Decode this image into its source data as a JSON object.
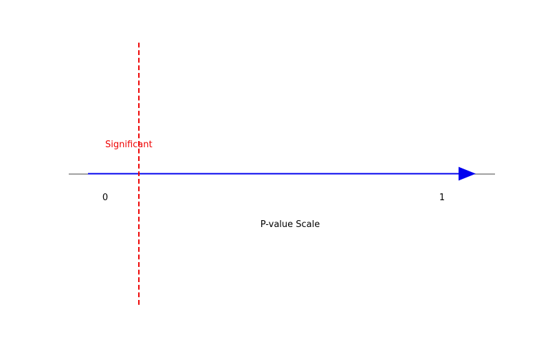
{
  "diagram": {
    "scale_min_label": "0",
    "scale_max_label": "1",
    "scale_label": "P-value Scale",
    "threshold_label": "Significant",
    "threshold_value": 0.1
  },
  "colors": {
    "arrow": "#0000ee",
    "threshold": "#ee0000",
    "axis": "#000000",
    "text": "#000000"
  }
}
